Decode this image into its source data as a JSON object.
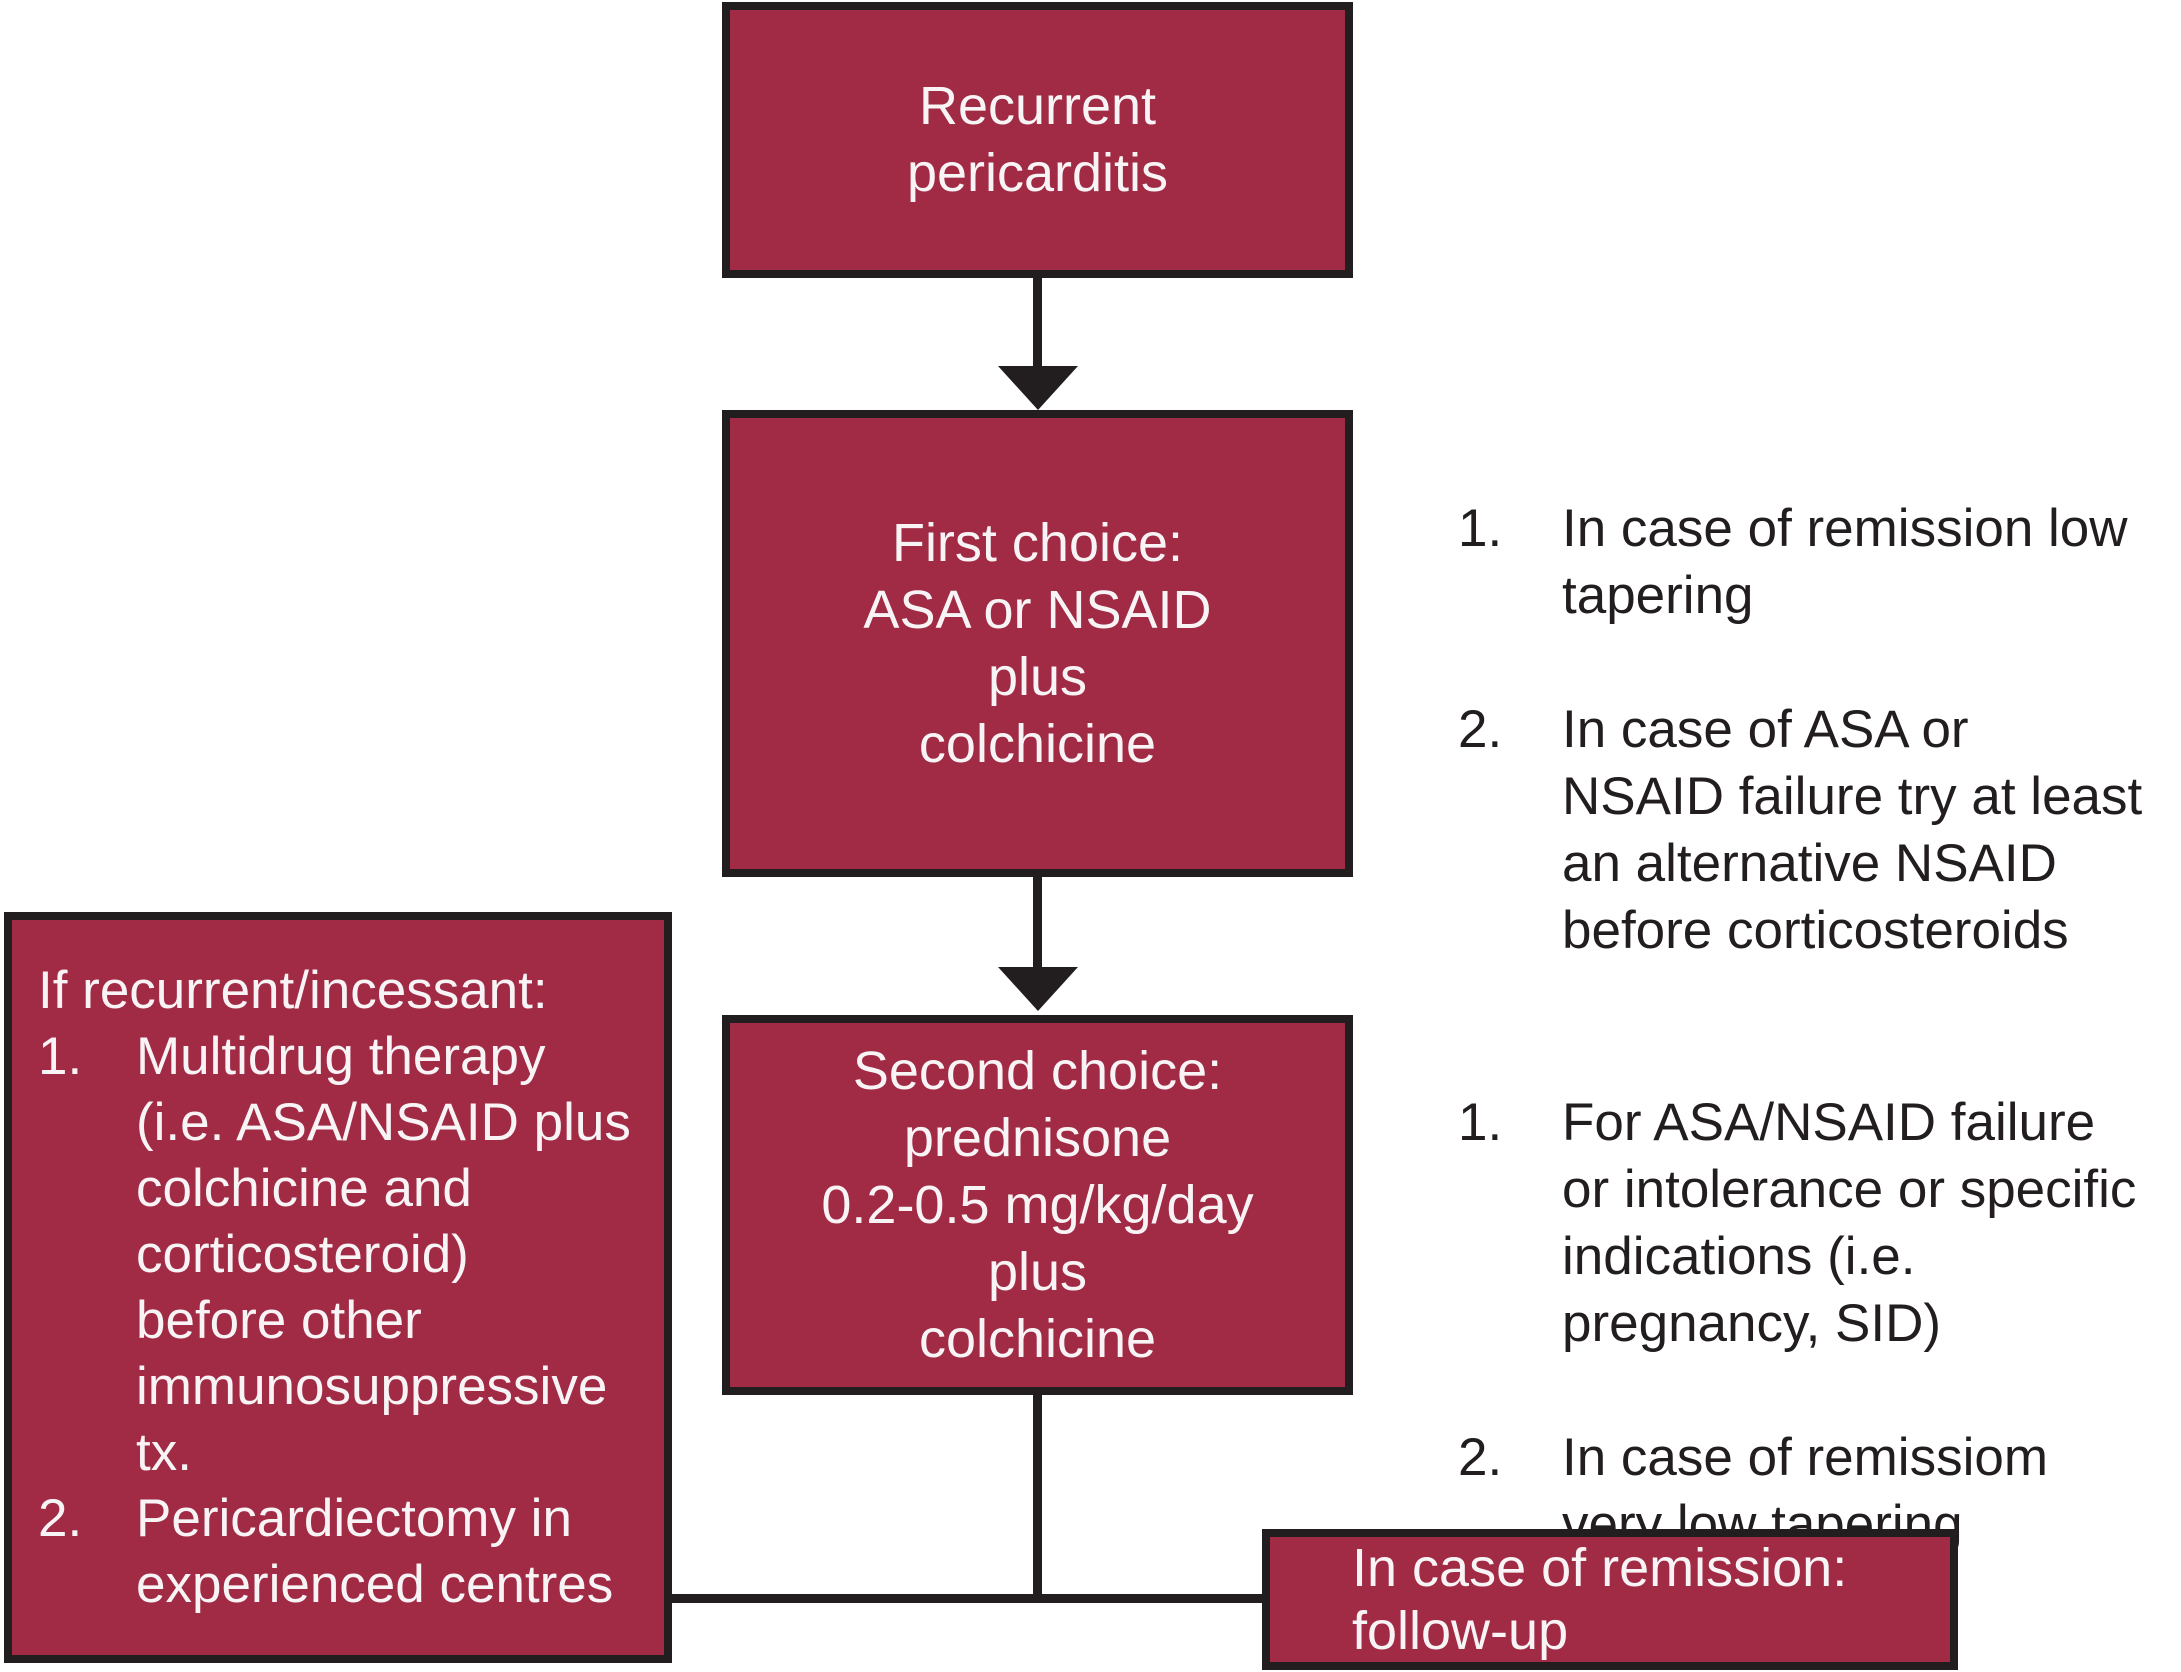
{
  "colors": {
    "background": "#ffffff",
    "box_fill": "#a12a45",
    "box_border": "#221d1f",
    "text_light": "#f8f4f5",
    "text_dark": "#221d1f"
  },
  "nodes": {
    "recurrent": {
      "text": "Recurrent\npericarditis"
    },
    "first_choice": {
      "text": "First choice:\nASA or NSAID\nplus\ncolchicine"
    },
    "second_choice": {
      "text": "Second choice:\nprednisone\n0.2-0.5 mg/kg/day\nplus\ncolchicine"
    },
    "followup": {
      "text": "In case of remission:\nfollow-up"
    },
    "if_recurrent": {
      "heading": "If recurrent/incessant:",
      "items": [
        {
          "number": "1.",
          "text": "Multidrug therapy\n(i.e. ASA/NSAID plus\ncolchicine and\ncorticosteroid)\nbefore other\nimmunosuppressive\ntx."
        },
        {
          "number": "2.",
          "text": "Pericardiectomy in\nexperienced centres"
        }
      ]
    }
  },
  "annotations": {
    "first_choice_notes": {
      "items": [
        {
          "number": "1.",
          "text": "In case of remission low\ntapering"
        },
        {
          "number": "2.",
          "text": "In case of ASA or\nNSAID failure try at least\nan alternative NSAID\nbefore corticosteroids"
        }
      ]
    },
    "second_choice_notes": {
      "items": [
        {
          "number": "1.",
          "text": "For ASA/NSAID failure\nor intolerance or specific\nindications (i.e.\npregnancy, SID)"
        },
        {
          "number": "2.",
          "text": "In case of remissiom\nvery low tapering"
        }
      ]
    }
  }
}
